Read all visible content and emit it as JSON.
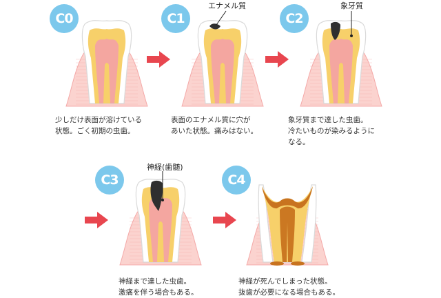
{
  "colors": {
    "label_bg": "#7cc8ec",
    "arrow": "#e8464f",
    "gum": "#fbd3cf",
    "gum_line": "#f4a9a8",
    "enamel": "#ffffff",
    "dentin": "#f7d06a",
    "pulp": "#f4a6a0",
    "decay": "#2f2f2f",
    "dead_pulp": "#c8731f"
  },
  "stages": [
    {
      "id": "C0",
      "label": "C0",
      "callout": "",
      "description": [
        "少しだけ表面が溶けている",
        "状態。ごく初期の虫歯。"
      ]
    },
    {
      "id": "C1",
      "label": "C1",
      "callout": "エナメル質",
      "description": [
        "表面のエナメル質に穴が",
        "あいた状態。痛みはない。"
      ]
    },
    {
      "id": "C2",
      "label": "C2",
      "callout": "象牙質",
      "description": [
        "象牙質まで達した虫歯。",
        "冷たいものが染みるように",
        "なる。"
      ]
    },
    {
      "id": "C3",
      "label": "C3",
      "callout": "神経(歯髄)",
      "description": [
        "神経まで達した虫歯。",
        "激痛を伴う場合もある。"
      ]
    },
    {
      "id": "C4",
      "label": "C4",
      "callout": "",
      "description": [
        "神経が死んでしまった状態。",
        "抜歯が必要になる場合もある。"
      ]
    }
  ],
  "icons": {
    "arrow": "right-arrow-icon",
    "tooth": "tooth-icon"
  }
}
